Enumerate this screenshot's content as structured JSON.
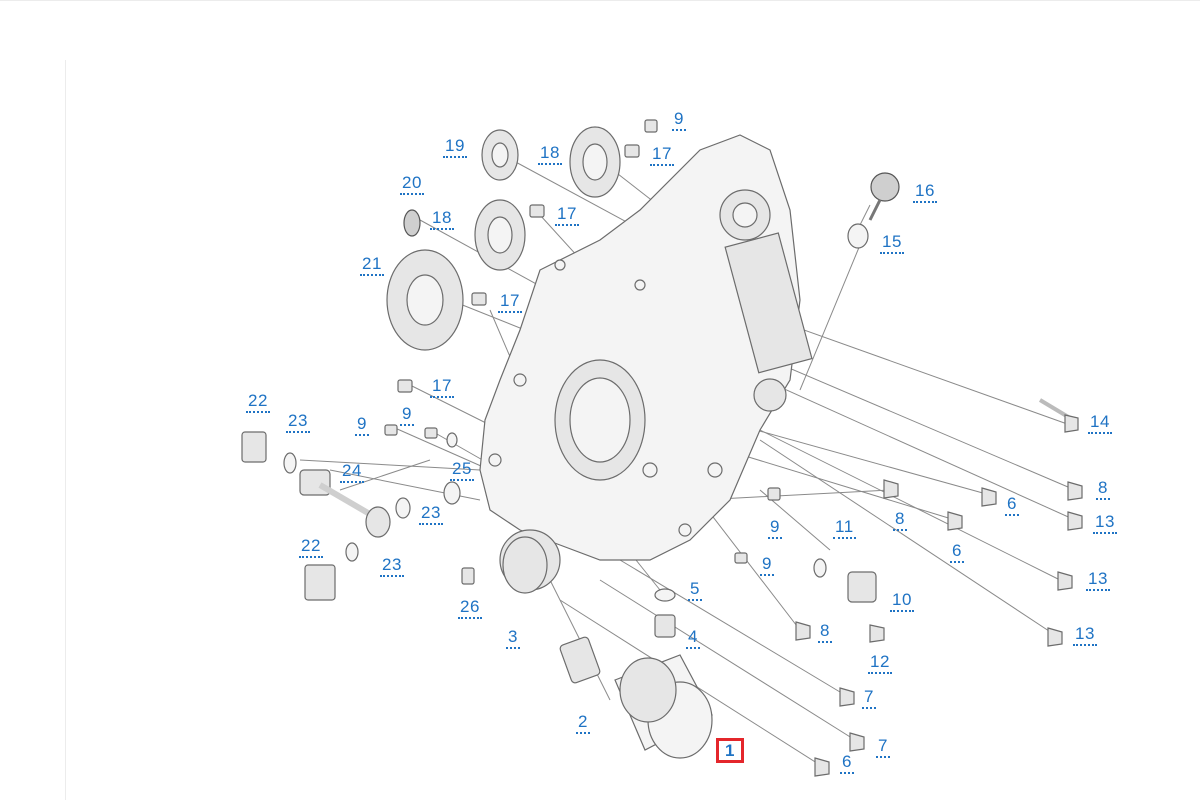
{
  "callouts": [
    {
      "id": "c1",
      "label": "1",
      "selected": true
    },
    {
      "id": "c2",
      "label": "2"
    },
    {
      "id": "c3",
      "label": "3"
    },
    {
      "id": "c4",
      "label": "4"
    },
    {
      "id": "c5",
      "label": "5"
    },
    {
      "id": "c6a",
      "label": "6"
    },
    {
      "id": "c6b",
      "label": "6"
    },
    {
      "id": "c6c",
      "label": "6"
    },
    {
      "id": "c7a",
      "label": "7"
    },
    {
      "id": "c7b",
      "label": "7"
    },
    {
      "id": "c8a",
      "label": "8"
    },
    {
      "id": "c8b",
      "label": "8"
    },
    {
      "id": "c8c",
      "label": "8"
    },
    {
      "id": "c9a",
      "label": "9"
    },
    {
      "id": "c9b",
      "label": "9"
    },
    {
      "id": "c9c",
      "label": "9"
    },
    {
      "id": "c9d",
      "label": "9"
    },
    {
      "id": "c9e",
      "label": "9"
    },
    {
      "id": "c10",
      "label": "10"
    },
    {
      "id": "c11",
      "label": "11"
    },
    {
      "id": "c12",
      "label": "12"
    },
    {
      "id": "c13a",
      "label": "13"
    },
    {
      "id": "c13b",
      "label": "13"
    },
    {
      "id": "c13c",
      "label": "13"
    },
    {
      "id": "c14",
      "label": "14"
    },
    {
      "id": "c15",
      "label": "15"
    },
    {
      "id": "c16",
      "label": "16"
    },
    {
      "id": "c17a",
      "label": "17"
    },
    {
      "id": "c17b",
      "label": "17"
    },
    {
      "id": "c17c",
      "label": "17"
    },
    {
      "id": "c17d",
      "label": "17"
    },
    {
      "id": "c18a",
      "label": "18"
    },
    {
      "id": "c18b",
      "label": "18"
    },
    {
      "id": "c19",
      "label": "19"
    },
    {
      "id": "c20",
      "label": "20"
    },
    {
      "id": "c21",
      "label": "21"
    },
    {
      "id": "c22a",
      "label": "22"
    },
    {
      "id": "c22b",
      "label": "22"
    },
    {
      "id": "c23a",
      "label": "23"
    },
    {
      "id": "c23b",
      "label": "23"
    },
    {
      "id": "c23c",
      "label": "23"
    },
    {
      "id": "c24",
      "label": "24"
    },
    {
      "id": "c25",
      "label": "25"
    },
    {
      "id": "c26",
      "label": "26"
    }
  ],
  "colors": {
    "callout": "#1f73c4",
    "highlight": "#e4262b"
  }
}
